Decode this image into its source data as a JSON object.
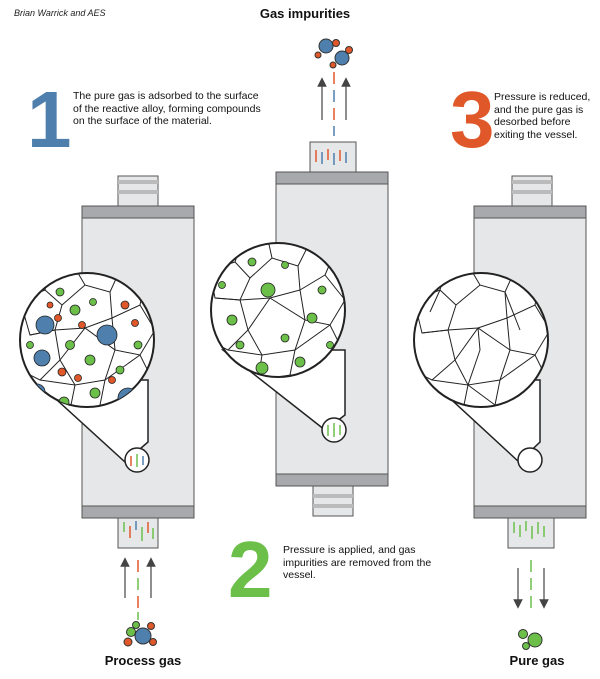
{
  "credit": "Brian Warrick and AES",
  "labels": {
    "gas_impurities": "Gas impurities",
    "process_gas": "Process gas",
    "pure_gas": "Pure gas"
  },
  "steps": [
    {
      "number": "1",
      "text": "The pure gas is adsorbed to the surface of the reactive alloy, forming compounds on the surface of the material.",
      "color": "#4e7fad"
    },
    {
      "number": "2",
      "text": "Pressure is applied, and gas impurities are removed from the vessel.",
      "color": "#6cc04a"
    },
    {
      "number": "3",
      "text": "Pressure is reduced, and the pure gas is desorbed before exiting the vessel.",
      "color": "#e0582a"
    }
  ],
  "colors": {
    "blue_impurity": "#4e7fad",
    "orange_impurity": "#e0582a",
    "green_pure_gas": "#6cc04a",
    "vessel_gray": "#e6e7e8",
    "band_gray": "#a7a9ac"
  }
}
